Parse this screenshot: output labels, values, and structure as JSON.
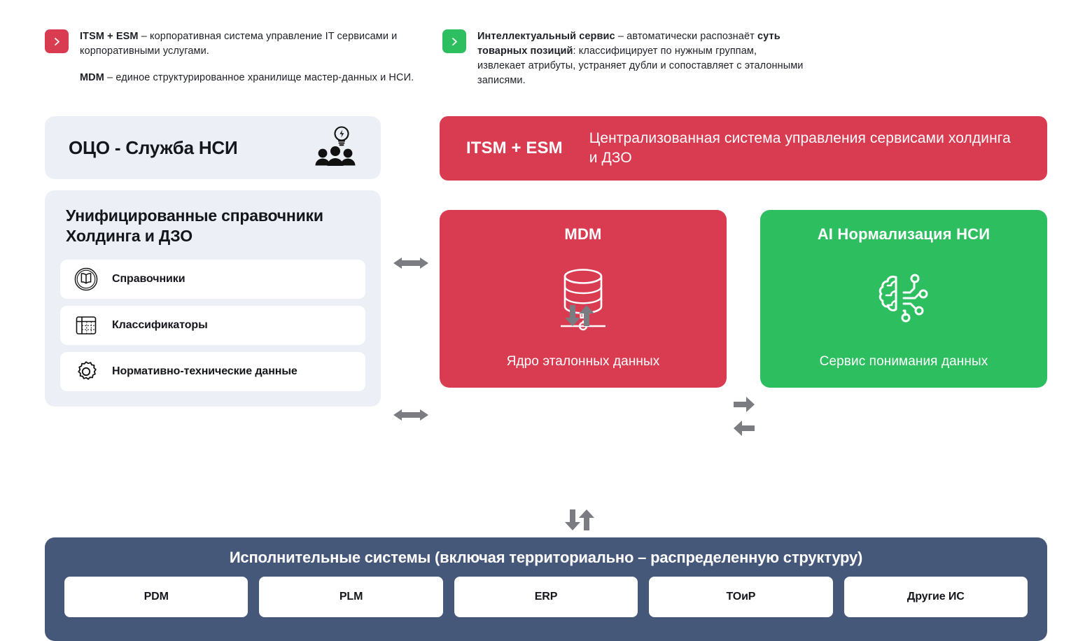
{
  "legend": {
    "left": {
      "icon": "chevron-right-icon",
      "accent": "#D93B51",
      "p1_bold": "ITSM + ESM",
      "p1_rest": " – корпоративная система управление IT сервисами и корпоративными услугами.",
      "p2_bold": "MDM",
      "p2_rest": " – единое структурированное хранилище мастер-данных и НСИ."
    },
    "right": {
      "icon": "chevron-right-icon",
      "accent": "#2DBE60",
      "bold1": "Интеллектуальный сервис",
      "mid1": " – автоматически распознаёт ",
      "bold2": "суть товарных позиций",
      "mid2": ": классифицирует по нужным группам, извлекает атрибуты, устраняет дубли и сопоставляет с эталонными записями."
    }
  },
  "left_column": {
    "oco_card": {
      "title": "ОЦО - Служба НСИ",
      "icon": "team-idea-icon"
    },
    "unified_card": {
      "title": "Унифицированные справочники Холдинга и ДЗО",
      "items": [
        {
          "label": "Справочники",
          "icon": "open-book-icon"
        },
        {
          "label": "Классификаторы",
          "icon": "table-grid-icon"
        },
        {
          "label": "Нормативно-технические данные",
          "icon": "gear-icon"
        }
      ]
    }
  },
  "right_column": {
    "itsm_banner": {
      "tag": "ITSM + ESM",
      "description": "Централизованная система управления сервисами холдинга и ДЗО",
      "color": "#D93B51"
    },
    "cards": [
      {
        "title": "MDM",
        "subtitle": "Ядро эталонных данных",
        "icon": "database-node-icon",
        "color": "#D93B51"
      },
      {
        "title": "AI Нормализация НСИ",
        "subtitle": "Сервис понимания данных",
        "icon": "ai-brain-circuit-icon",
        "color": "#2DBE60"
      }
    ]
  },
  "exec_panel": {
    "title": "Исполнительные системы (включая территориально – распределенную структуру)",
    "color": "#46587A",
    "systems": [
      "PDM",
      "PLM",
      "ERP",
      "ТОиР",
      "Другие ИС"
    ]
  },
  "arrows": {
    "color": "#7b7b82",
    "oco_to_itsm": "double-horizontal-arrow",
    "unified_to_mdm": "double-horizontal-arrow",
    "itsm_to_mdm": "down-up-arrow-pair",
    "mdm_to_exec": "down-up-arrow-pair",
    "mdm_to_ai": "right-left-arrow-pair"
  }
}
